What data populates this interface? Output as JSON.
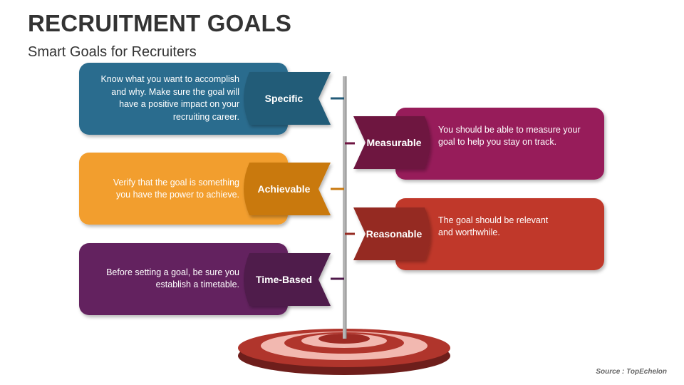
{
  "header": {
    "title": "RECRUITMENT GOALS",
    "subtitle": "Smart Goals for Recruiters"
  },
  "goals": [
    {
      "label": "Specific",
      "side": "left",
      "color": "#2B6C8E",
      "tag_color": "#235B78",
      "lines": [
        "Know what you want to accomplish",
        "and why. Make sure the goal will",
        "have a positive impact on your",
        "recruiting career."
      ]
    },
    {
      "label": "Measurable",
      "side": "right",
      "color": "#971C5A",
      "tag_color": "#6E1441",
      "lines": [
        "You should be able to measure your",
        "goal to help you stay on track."
      ]
    },
    {
      "label": "Achievable",
      "side": "left",
      "color": "#F29E2E",
      "tag_color": "#C9790F",
      "lines": [
        "Verify that the goal is something",
        "you have the power to achieve."
      ]
    },
    {
      "label": "Reasonable",
      "side": "right",
      "color": "#C0392B",
      "tag_color": "#952B22",
      "lines": [
        "The goal should be relevant",
        "and worthwhile."
      ]
    },
    {
      "label": "Time-Based",
      "side": "left",
      "color": "#64215F",
      "tag_color": "#4F1A4B",
      "lines": [
        "Before setting a goal, be sure you",
        "establish a timetable."
      ]
    }
  ],
  "footer": {
    "source": "Source : TopEchelon"
  }
}
